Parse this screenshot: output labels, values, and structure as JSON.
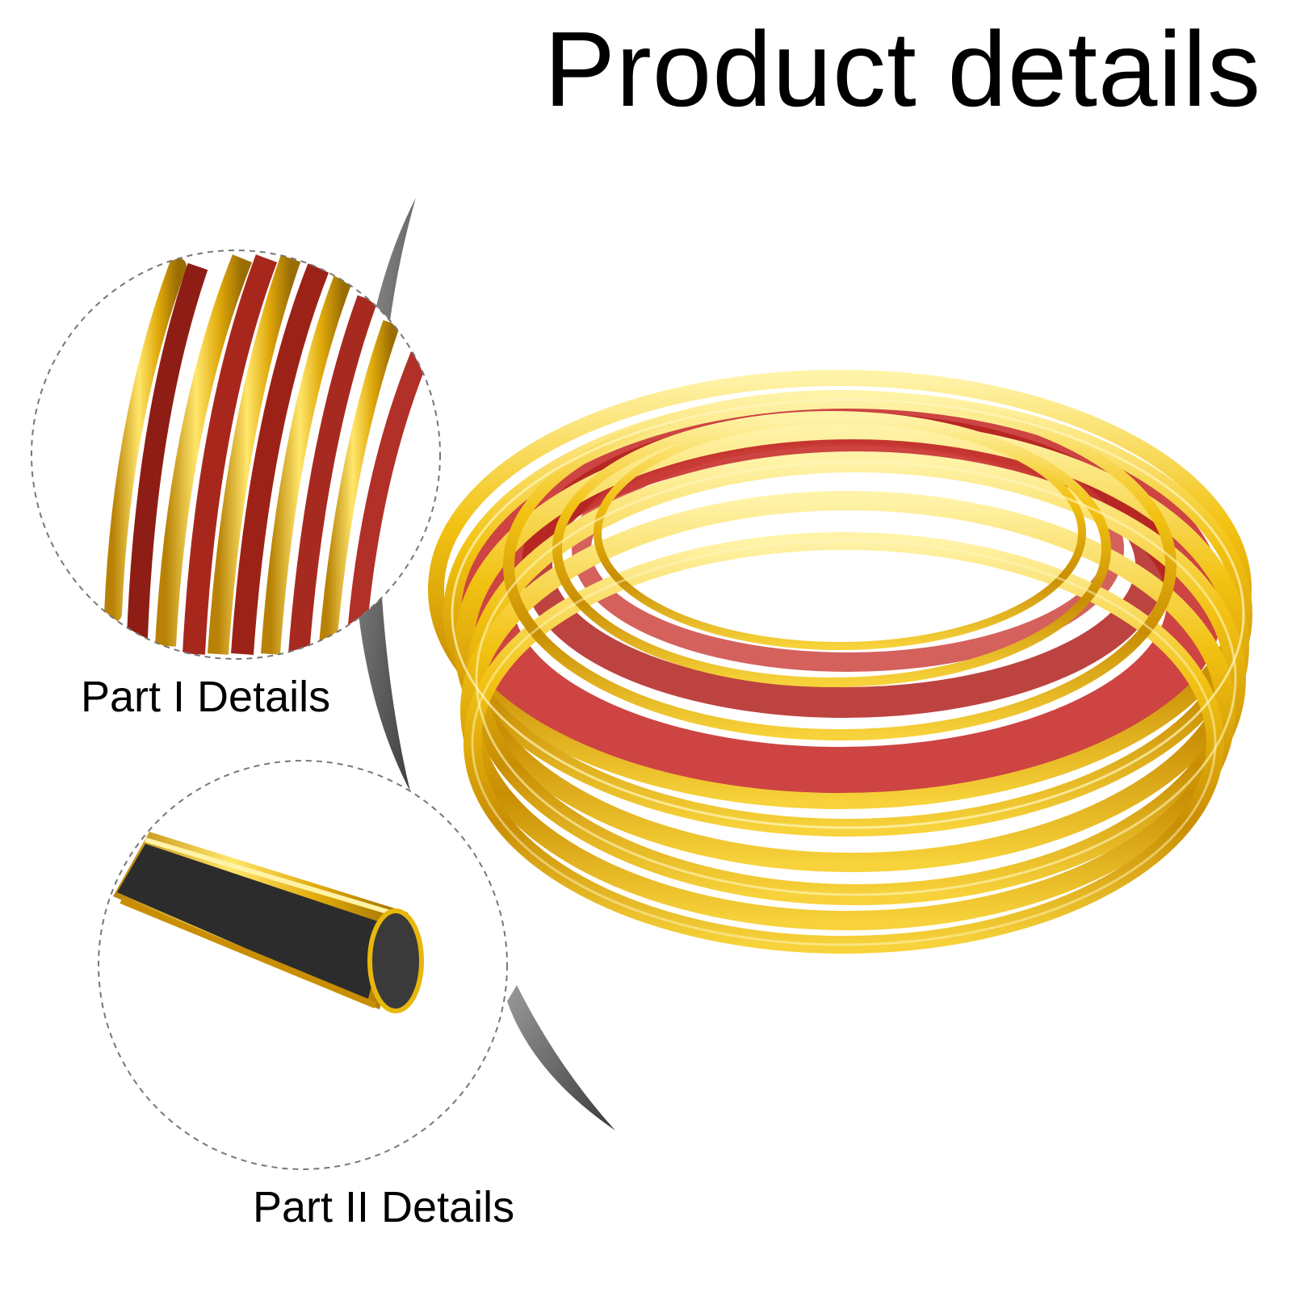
{
  "title": "Product details",
  "details": [
    {
      "label": "Part I Details"
    },
    {
      "label": "Part II Details"
    }
  ],
  "colors": {
    "gold": "#e8b70c",
    "gold_dark": "#a77b06",
    "red_tape": "#c8302d",
    "rubber_black": "#2c2c2c",
    "callout_gray": "#555555"
  },
  "icons": [
    "coil-illustration",
    "detail-magnifier-1",
    "detail-magnifier-2"
  ]
}
